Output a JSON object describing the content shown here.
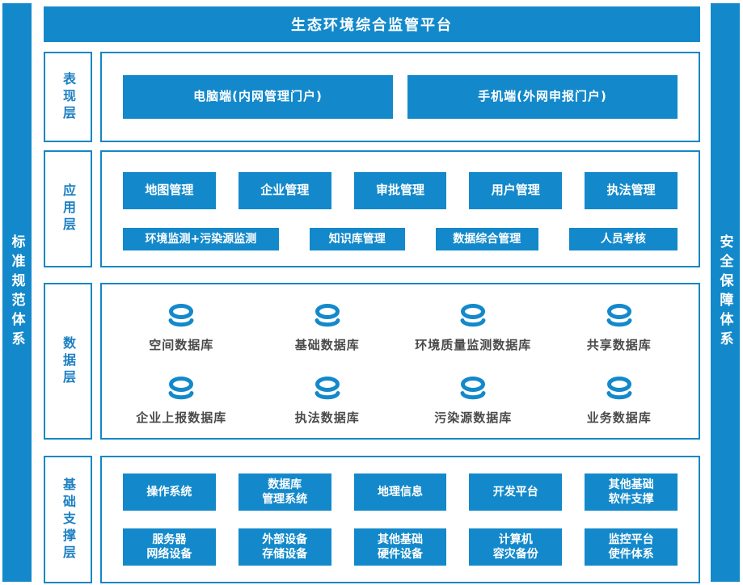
{
  "header": {
    "title": "生态环境综合监管平台"
  },
  "banners": {
    "left": "标准规范体系",
    "right": "安全保障体系"
  },
  "colors": {
    "primary_blue": "#1389cb",
    "border_blue": "#1586c6",
    "label_text_blue": "#1c7fc2",
    "db_label_gray": "#4a4a4a"
  },
  "presentation": {
    "label": "表现层",
    "items": [
      "电脑端(内网管理门户)",
      "手机端(外网申报门户)"
    ]
  },
  "application": {
    "label": "应用层",
    "row1": [
      "地图管理",
      "企业管理",
      "审批管理",
      "用户管理",
      "执法管理"
    ],
    "row2": [
      "环境监测+污染源监测",
      "知识库管理",
      "数据综合管理",
      "人员考核"
    ]
  },
  "data_layer": {
    "label": "数据层",
    "icon": "database-icon",
    "row1": [
      "空间数据库",
      "基础数据库",
      "环境质量监测数据库",
      "共享数据库"
    ],
    "row2": [
      "企业上报数据库",
      "执法数据库",
      "污染源数据库",
      "业务数据库"
    ]
  },
  "infrastructure": {
    "label": "基础支撑层",
    "row1": [
      "操作系统",
      "数据库\n管理系统",
      "地理信息",
      "开发平台",
      "其他基础\n软件支撑"
    ],
    "row2": [
      "服务器\n网络设备",
      "外部设备\n存储设备",
      "其他基础\n硬件设备",
      "计算机\n容灾备份",
      "监控平台\n使件体系"
    ]
  }
}
